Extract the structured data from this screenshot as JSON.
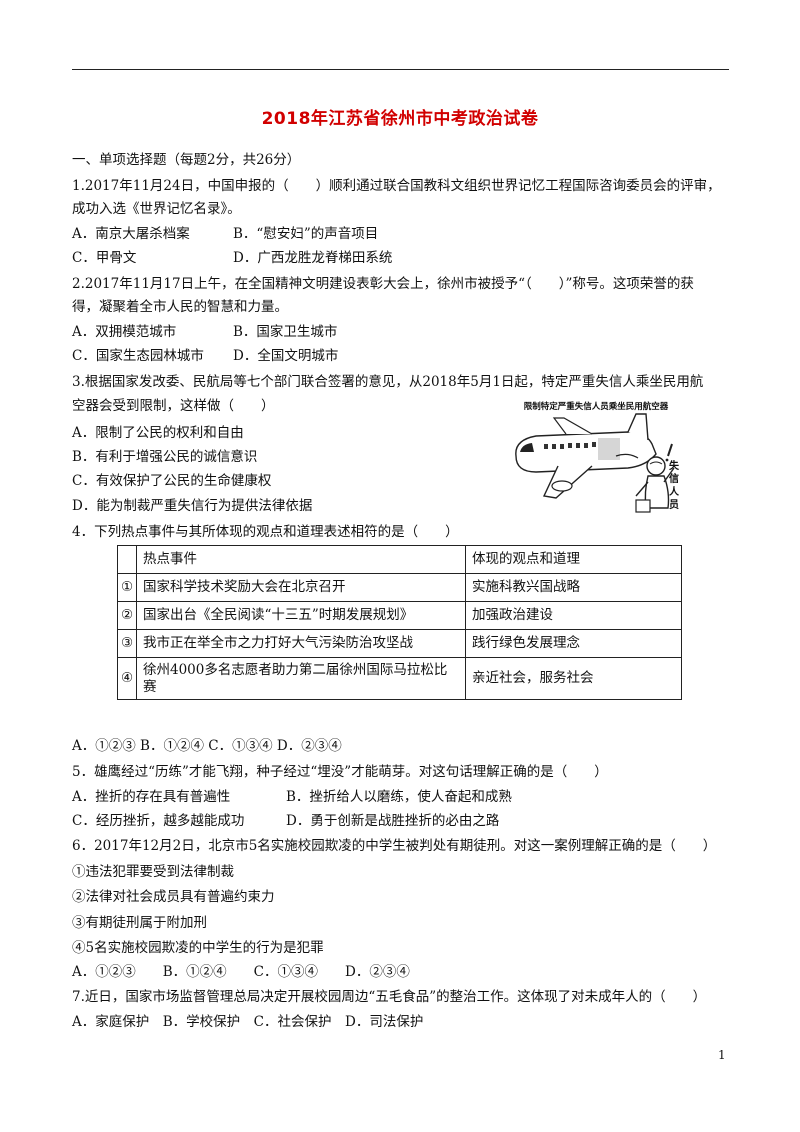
{
  "title": "2018年江苏省徐州市中考政治试卷",
  "section": "一、单项选择题（每题2分，共26分）",
  "q1": {
    "stem1": "1.2017年11月24日，中国申报的（　　）顺利通过联合国教科文组织世界记忆工程国际咨询委员会的评审，",
    "stem2": "成功入选《世界记忆名录》。",
    "optA": "A．南京大屠杀档案",
    "optB": "B．“慰安妇”的声音项目",
    "optC": "C．甲骨文",
    "optD": "D．广西龙胜龙脊梯田系统"
  },
  "q2": {
    "stem1": "2.2017年11月17日上午，在全国精神文明建设表彰大会上，徐州市被授予“（　　）”称号。这项荣誉的获",
    "stem2": "得，凝聚着全市人民的智慧和力量。",
    "optA": "A．双拥模范城市",
    "optB": "B．国家卫生城市",
    "optC": "C．国家生态园林城市",
    "optD": "D．全国文明城市"
  },
  "q3": {
    "stem1": "3.根据国家发改委、民航局等七个部门联合签署的意见，从2018年5月1日起，特定严重失信人乘坐民用航",
    "stem2": "空器会受到限制，这样做（　　）",
    "optA": "A．限制了公民的权利和自由",
    "optB": "B．有利于增强公民的诚信意识",
    "optC": "C．有效保护了公民的生命健康权",
    "optD": "D．能为制裁严重失信行为提供法律依据",
    "cartoon_caption": "限制特定严重失信人员乘坐民用航空器",
    "cartoon_side": "失信人员"
  },
  "q4": {
    "stem": "4．下列热点事件与其所体现的观点和道理表述相符的是（　　）",
    "header_event": "热点事件",
    "header_view": "体现的观点和道理",
    "rows": [
      {
        "num": "①",
        "event": "国家科学技术奖励大会在北京召开",
        "view": "实施科教兴国战略"
      },
      {
        "num": "②",
        "event": "国家出台《全民阅读“十三五”时期发展规划》",
        "view": "加强政治建设"
      },
      {
        "num": "③",
        "event": "我市正在举全市之力打好大气污染防治攻坚战",
        "view": "践行绿色发展理念"
      },
      {
        "num": "④",
        "event": "徐州4000多名志愿者助力第二届徐州国际马拉松比赛",
        "view": "亲近社会，服务社会"
      }
    ],
    "options": "A．①②③ B．①②④ C．①③④ D．②③④"
  },
  "q5": {
    "stem": "5．雄鹰经过“历练”才能飞翔，种子经过“埋没”才能萌芽。对这句话理解正确的是（　　）",
    "optA": "A．挫折的存在具有普遍性",
    "optB": "B．挫折给人以磨练，使人奋起和成熟",
    "optC": "C．经历挫折，越多越能成功",
    "optD": "D．勇于创新是战胜挫折的必由之路"
  },
  "q6": {
    "stem": "6．2017年12月2日，北京市5名实施校园欺凌的中学生被判处有期徒刑。对这一案例理解正确的是（　　）",
    "s1": "①违法犯罪要受到法律制裁",
    "s2": "②法律对社会成员具有普遍约束力",
    "s3": "③有期徒刑属于附加刑",
    "s4": "④5名实施校园欺凌的中学生的行为是犯罪",
    "options": "A．①②③　　B．①②④　　C．①③④　　D．②③④"
  },
  "q7": {
    "stem": "7.近日，国家市场监督管理总局决定开展校园周边“五毛食品”的整治工作。这体现了对未成年人的（　　）",
    "options": "A．家庭保护　B．学校保护　C．社会保护　D．司法保护"
  },
  "page_number": "1"
}
